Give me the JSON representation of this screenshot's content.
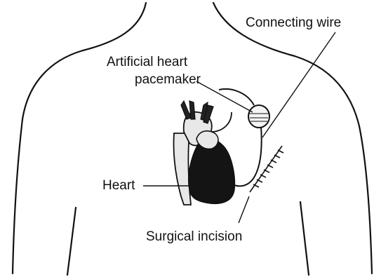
{
  "labels": {
    "connecting_wire": "Connecting wire",
    "pacemaker_line1": "Artificial heart",
    "pacemaker_line2": "pacemaker",
    "heart": "Heart",
    "surgical_incision": "Surgical incision"
  },
  "colors": {
    "ink": "#111111",
    "heart_fill": "#141414",
    "vessel_fill": "#e8e8e8",
    "background": "#ffffff"
  }
}
